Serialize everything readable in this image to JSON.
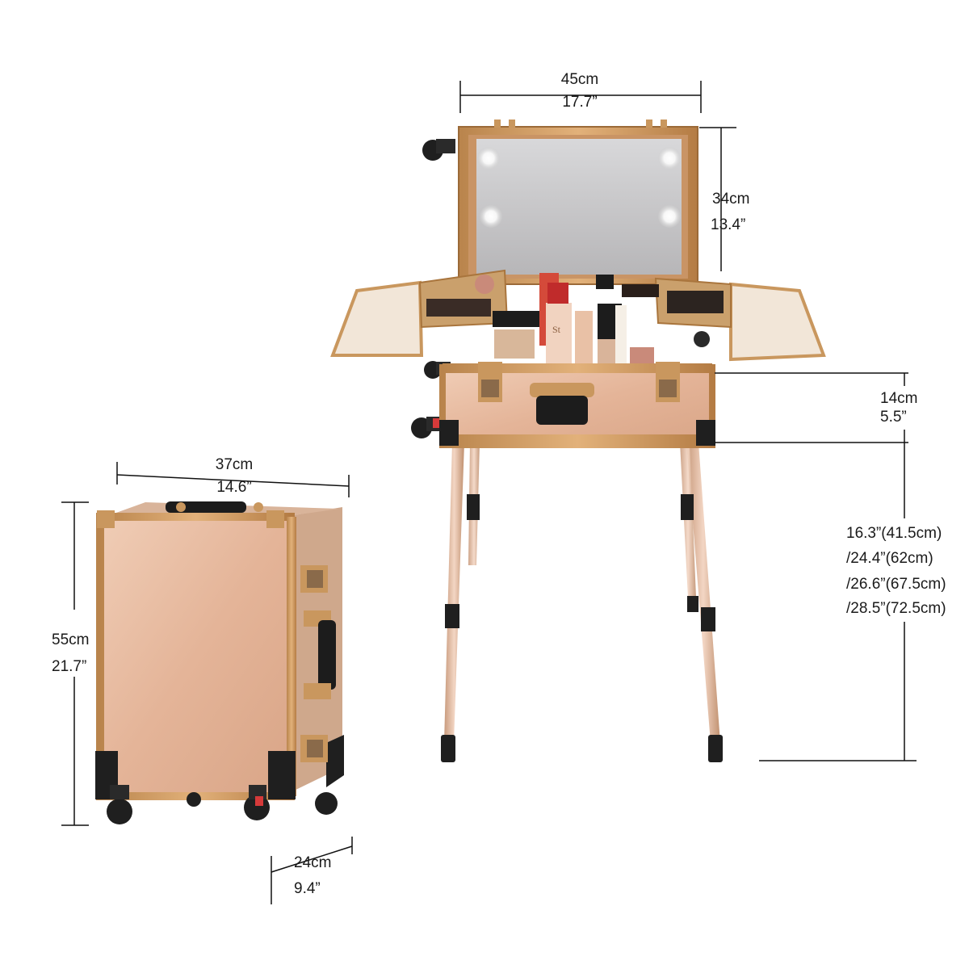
{
  "open_width": {
    "metric": "45cm",
    "imperial": "17.7”"
  },
  "mirror_height": {
    "metric": "34cm",
    "imperial": "13.4”"
  },
  "case_depth_open": {
    "metric": "14cm",
    "imperial": "5.5”"
  },
  "leg_heights": [
    "16.3”(41.5cm)",
    "/24.4”(62cm)",
    "/26.6”(67.5cm)",
    "/28.5”(72.5cm)"
  ],
  "closed_width": {
    "metric": "37cm",
    "imperial": "14.6”"
  },
  "closed_height": {
    "metric": "55cm",
    "imperial": "21.7”"
  },
  "closed_depth": {
    "metric": "24cm",
    "imperial": "9.4”"
  },
  "colors": {
    "rose_gold": "#e8bfa4",
    "gold_trim": "#c9975e",
    "dark": "#1f1f1f",
    "line": "#111111"
  },
  "product_text": {
    "bottle_label": "St"
  }
}
